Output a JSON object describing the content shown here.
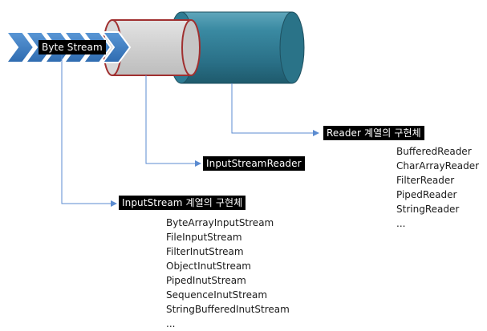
{
  "byte_stream_label": "Byte Stream",
  "reader_group": {
    "title": "Reader 계열의 구현체",
    "items": [
      "BufferedReader",
      "CharArrayReader",
      "FilterReader",
      "PipedReader",
      "StringReader",
      "..."
    ]
  },
  "bridge_label": "InputStreamReader",
  "inputstream_group": {
    "title": "InputStream 계열의 구현체",
    "items": [
      "ByteArrayInputStream",
      "FileInputStream",
      "FilterInutStream",
      "ObjectInutStream",
      "PipedInutStream",
      "SequenceInutStream",
      "StringBufferedInutStream",
      "..."
    ]
  },
  "colors": {
    "chevron_fill": "#3f7fc4",
    "chevron_border": "#ffffff",
    "inner_pipe_fill": "#d0d0d0",
    "inner_pipe_border": "#a03030",
    "outer_pipe_fill": "#2e7b93",
    "outer_pipe_border": "#1e5060",
    "connector_line": "#5b8bd0"
  }
}
